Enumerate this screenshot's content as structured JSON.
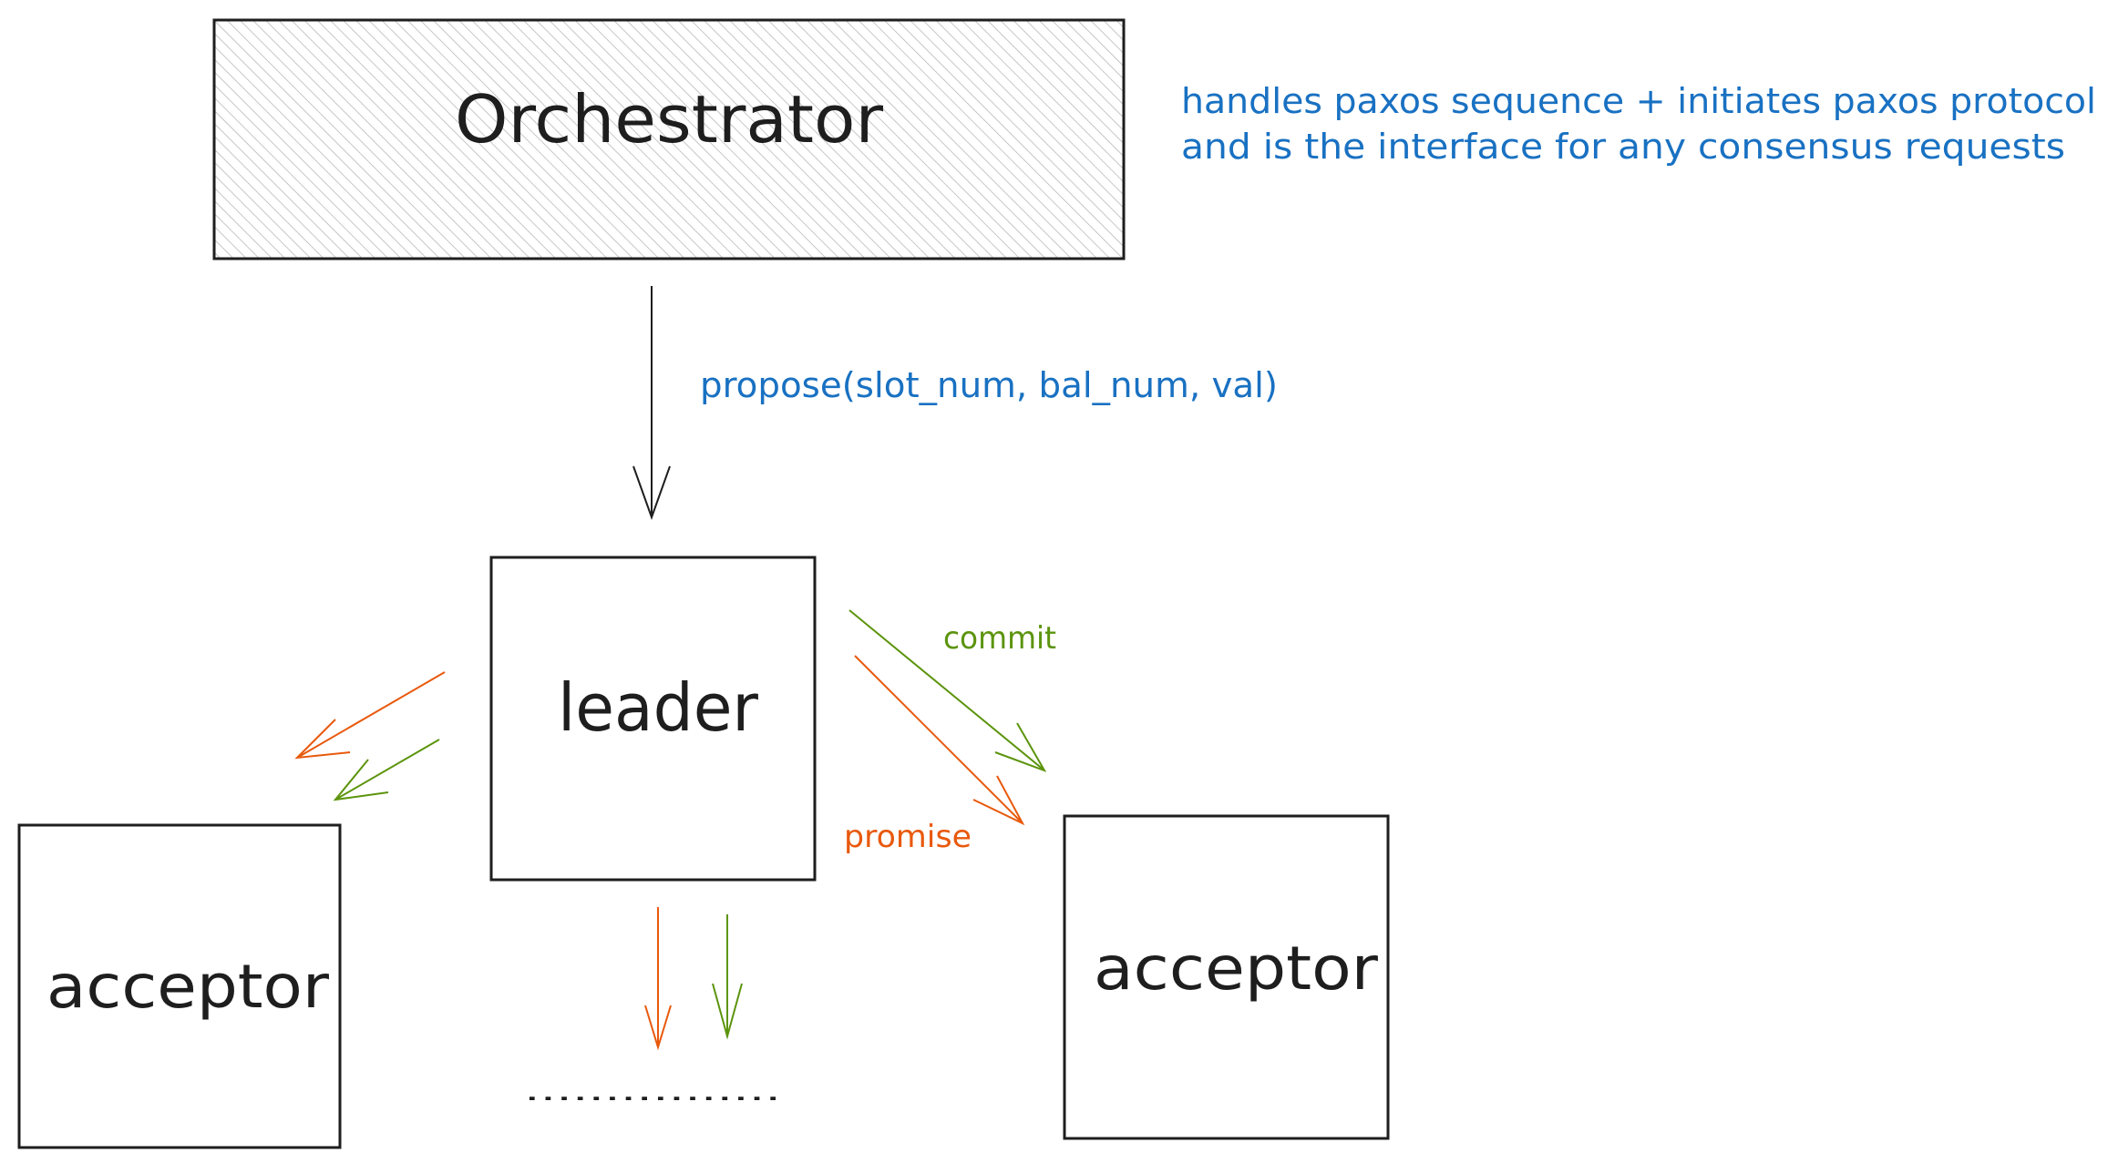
{
  "diagram": {
    "orchestrator": {
      "label": "Orchestrator"
    },
    "orchestrator_note": {
      "line1": "handles paxos sequence + initiates paxos protocol",
      "line2": "and is the interface for any consensus requests"
    },
    "propose_label": "propose(slot_num, bal_num, val)",
    "leader": {
      "label": "leader"
    },
    "acceptor_left": {
      "label": "acceptor"
    },
    "acceptor_right": {
      "label": "acceptor"
    },
    "commit_label": "commit",
    "promise_label": "promise",
    "more_indicator": "................"
  },
  "colors": {
    "stroke": "#1e1e1e",
    "note": "#1971c2",
    "commit": "#5c940d",
    "promise": "#e8590c",
    "hatch": "#b5b5b5"
  }
}
